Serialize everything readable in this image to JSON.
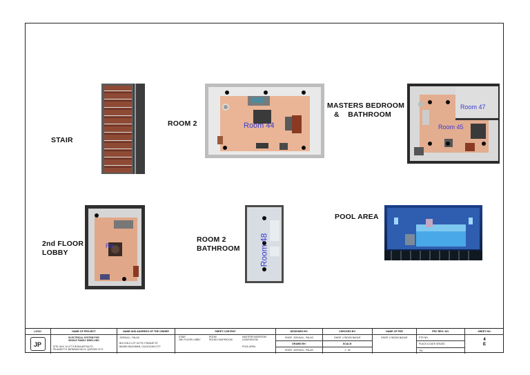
{
  "labels": {
    "stair": "STAIR",
    "room2": "ROOM 2",
    "masters_line1": "MASTERS BEDROOM",
    "masters_line2": "&    BATHROOM",
    "lobby_line1": "2nd FLOOR",
    "lobby_line2": "LOBBY",
    "room2_bath_line1": "ROOM 2",
    "room2_bath_line2": "BATHROOM",
    "pool": "POOL AREA"
  },
  "room_tags": {
    "room44": "Room 44",
    "room45": "Room 45",
    "room47": "Room 47",
    "room48": "Room 48",
    "lobby": "Ro"
  },
  "title_block": {
    "logo_header": "LOGO",
    "logo_text": "JP",
    "project_header": "NAME OF PROJECT",
    "project_title": "ELECTRICAL SYSTEM FOR\nSINGLE FAMILY DWELLING",
    "project_site": "SITE: BLK. 8 LOT 9 ROSA ARTHA ST.,\nPILANGOT II, BATASAN HILLS, QUEZON CITY",
    "owner_header": "NAME AND ADDRESS OF THE OWNER",
    "owner_name": "JOSHUA L. PALAS",
    "owner_address": "BLK 8 BL2 LOT 24 PH 2 PASAJE ST.\nBAGBO BAGUMAN, CALOOCAN CITY",
    "content_header": "SHEET CONTENT",
    "content_col1": "STAIR\n2ND FLOOR LOBBY",
    "content_col2": "ROOM\nROOM 2 BATHROOM",
    "content_col3": "MASTERS BEDROOM\n&  BATHROOM",
    "content_col4": "POOL AREA",
    "designed_header": "DESIGNED BY:",
    "designed_name": "ENGR. JOSHUA L. PALAS",
    "drawn_header": "DRAWN BY:",
    "drawn_name": "ENGR. JOSHUA L. PALAS",
    "checked_header": "CHECKED BY:",
    "checked_name": "ENGR. LYNDON BAGUE",
    "scale_header": "SCALE:",
    "scale_value": "1 : 50",
    "pee_header": "NAME OF PEE",
    "pee_name": "ENGR. LYNDON BAGUE",
    "prc_header": "PRC REG. NO.",
    "ptr_label": "PTR NO.",
    "place_label": "PLACE & DATE ISSUED",
    "tin_label": "TIN",
    "sheet_header": "SHEET NO.",
    "sheet_number": "4",
    "sheet_letter": "E"
  }
}
